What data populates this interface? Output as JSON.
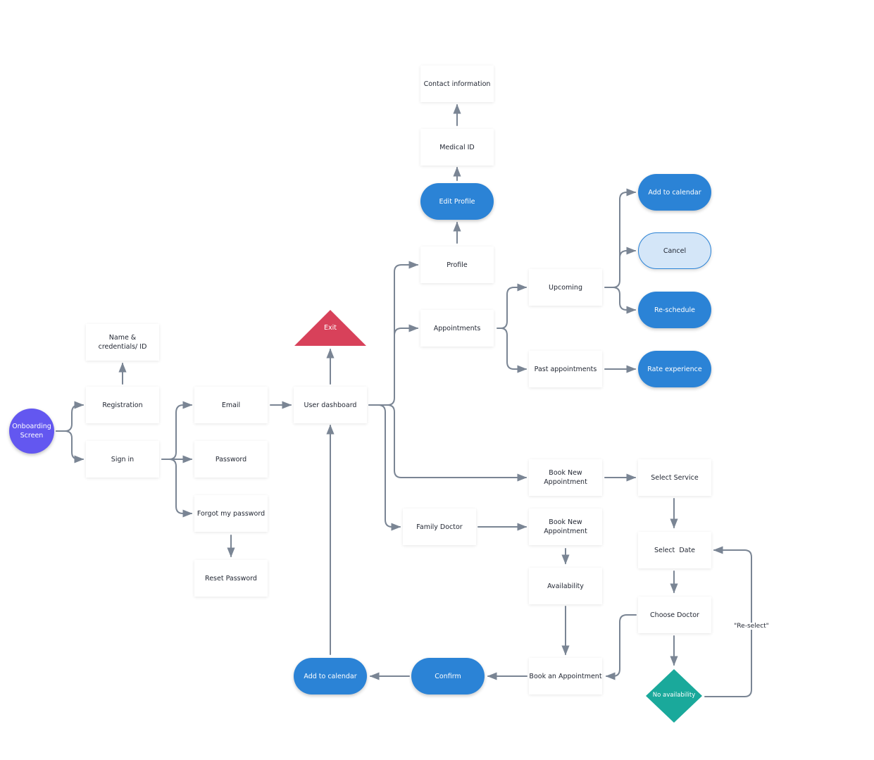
{
  "nodes": {
    "onboarding": "Onboarding Screen",
    "registration": "Registration",
    "name_credentials": "Name & credentials/ ID",
    "sign_in": "Sign in",
    "email": "Email",
    "password": "Password",
    "forgot_password": "Forgot my password",
    "reset_password": "Reset Password",
    "user_dashboard": "User dashboard",
    "exit": "Exit",
    "profile": "Profile",
    "edit_profile": "Edit Profile",
    "medical_id": "Medical ID",
    "contact_information": "Contact information",
    "appointments": "Appointments",
    "upcoming": "Upcoming",
    "past_appointments": "Past appointments",
    "add_to_calendar_top": "Add to calendar",
    "cancel": "Cancel",
    "reschedule": "Re-schedule",
    "rate_experience": "Rate experience",
    "book_new_appointment_1": "Book New Appointment",
    "select_service": "Select Service",
    "select_date": "Select  Date",
    "choose_doctor": "Choose Doctor",
    "no_availability": "No availability",
    "family_doctor": "Family Doctor",
    "book_new_appointment_2": "Book New Appointment",
    "availability": "Availability",
    "book_an_appointment": "Book an Appointment",
    "confirm": "Confirm",
    "add_to_calendar_bottom": "Add to calendar"
  },
  "edge_labels": {
    "reselect": "\"Re-select\""
  },
  "colors": {
    "connector": "#7a8594",
    "primary_blue": "#2b83d6",
    "light_blue": "#d4e6f8",
    "purple": "#6357f0",
    "exit_red": "#d8415a",
    "teal": "#1aa99b"
  }
}
